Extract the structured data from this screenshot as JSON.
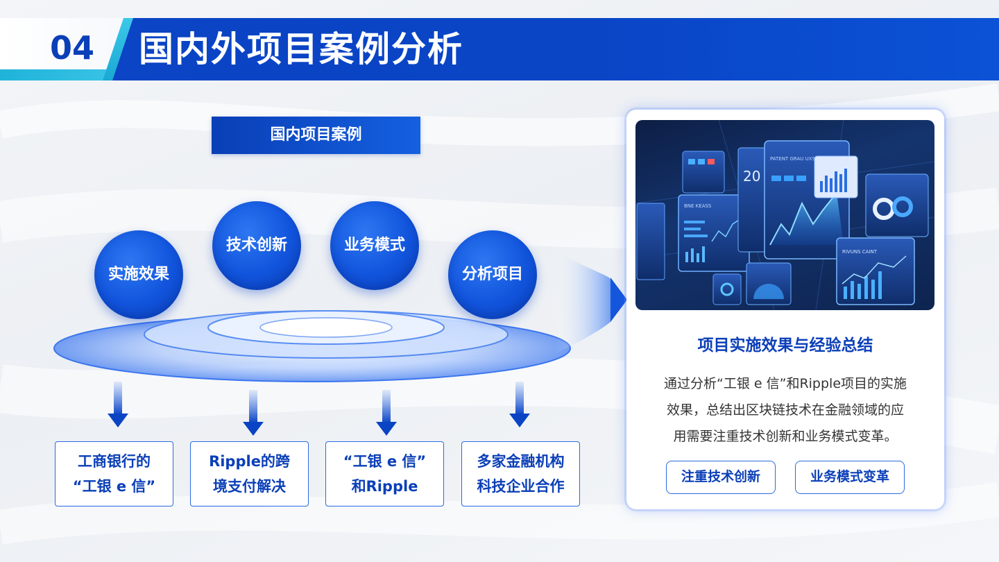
{
  "header": {
    "number": "04",
    "title": "国内外项目案例分析"
  },
  "left": {
    "section_tag": "国内项目案例",
    "circles": [
      "实施效果",
      "技术创新",
      "业务模式",
      "分析项目"
    ],
    "cases": [
      [
        "工商银行的",
        "“工银 e 信”"
      ],
      [
        "Ripple的跨",
        "境支付解决"
      ],
      [
        "“工银 e 信”",
        "和Ripple"
      ],
      [
        "多家金融机构",
        "科技企业合作"
      ]
    ]
  },
  "card": {
    "image_texts": [
      "20",
      "PATENT GRAU UXS",
      "RIVUNS CAINT",
      "BNE KEASS"
    ],
    "title": "项目实施效果与经验总结",
    "body_lines": [
      "通过分析“工银 e 信”和Ripple项目的实施",
      "效果，总结出区块链技术在金融领域的应",
      "用需要注重技术创新和业务模式变革。"
    ],
    "tags": [
      "注重技术创新",
      "业务模式变革"
    ]
  },
  "colors": {
    "primary": "#0b44c4",
    "accent_cyan": "#1fb3d9",
    "text_blue": "#0b3fb8"
  }
}
